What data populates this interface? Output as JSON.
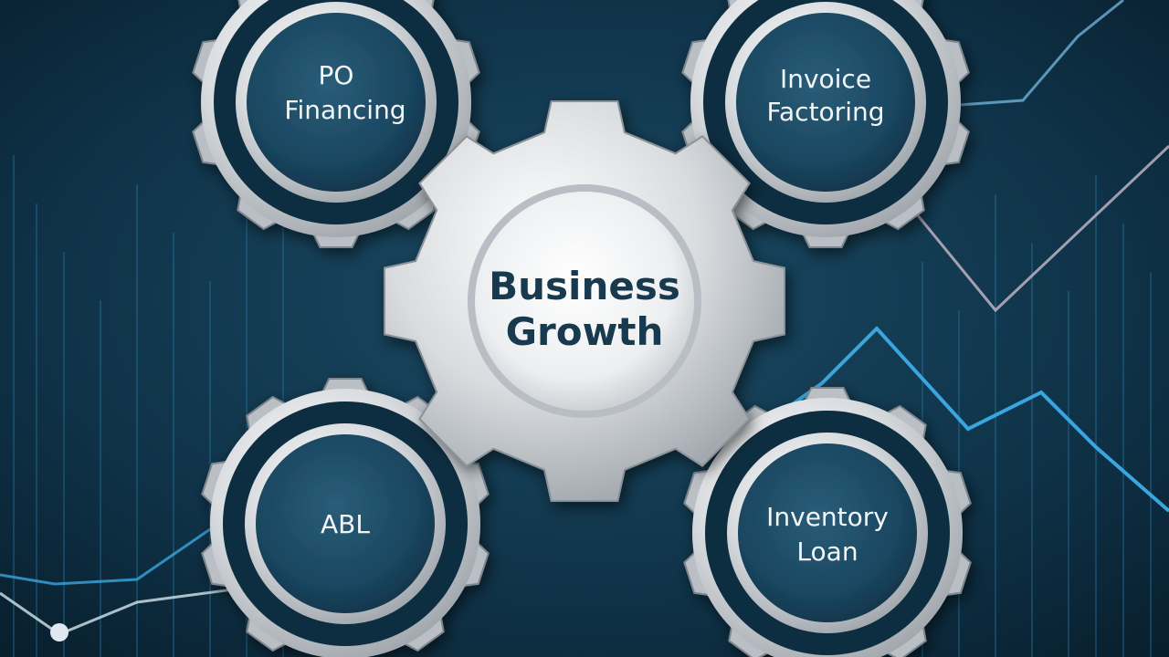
{
  "center": {
    "line1": "Business",
    "line2": "Growth"
  },
  "gears": {
    "top_left": {
      "line1": "PO",
      "line2": "Financing"
    },
    "top_right": {
      "line1": "Invoice",
      "line2": "Factoring"
    },
    "bottom_left": {
      "line1": "ABL"
    },
    "bottom_right": {
      "line1": "Inventory",
      "line2": "Loan"
    }
  },
  "colors": {
    "background": "#0c2a3d",
    "gear_fill": "#d7dadd",
    "gear_face": "#1d4a62",
    "center_text": "#173a4f",
    "trend_line": "#3aa6e0",
    "trend_line_secondary": "#c9b9c9"
  }
}
